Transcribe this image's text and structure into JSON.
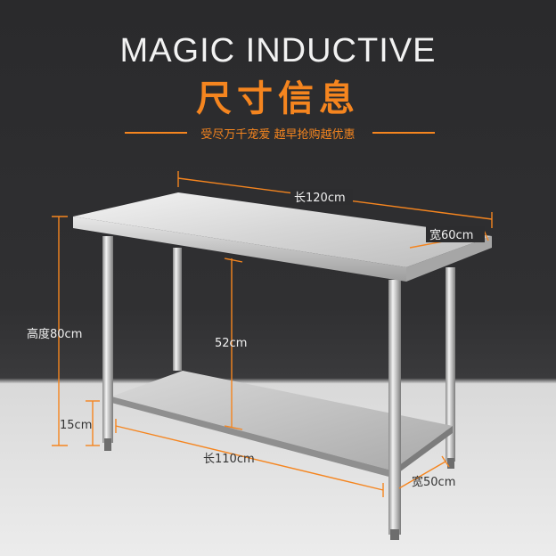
{
  "header": {
    "brand": "MAGIC INDUCTIVE",
    "title": "尺寸信息",
    "tagline": "受尽万千宠爱 越早抢购越优惠"
  },
  "dimensions": {
    "top_length": "长120cm",
    "top_width": "宽60cm",
    "height": "高度80cm",
    "shelf_gap": "52cm",
    "foot_height": "15cm",
    "shelf_length": "长110cm",
    "shelf_width": "宽50cm"
  },
  "colors": {
    "accent": "#f5851f",
    "background_dark": "#2b2b2d",
    "floor": "#e6e6e6",
    "steel": "#c9c9c9"
  }
}
